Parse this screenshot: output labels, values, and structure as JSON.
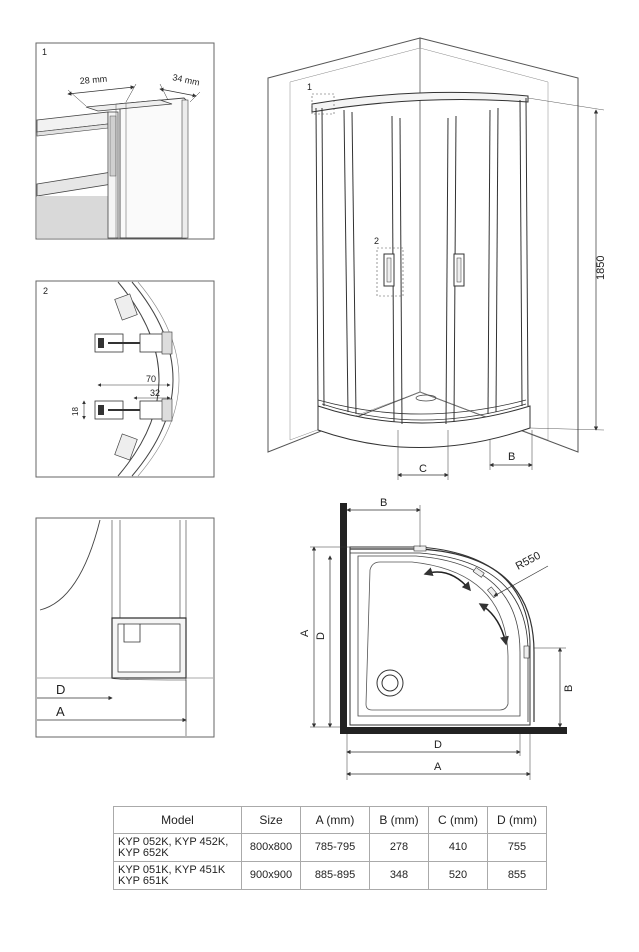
{
  "panels": {
    "p1_number": "1",
    "p1_dim_28": "28 mm",
    "p1_dim_34": "34 mm",
    "p2_number": "2",
    "p2_dim_70": "70",
    "p2_dim_32": "32",
    "p2_dim_18": "18",
    "p3_label_d": "D",
    "p3_label_a": "A"
  },
  "perspective": {
    "callout_1": "1",
    "callout_2": "2",
    "height": "1850",
    "dim_b": "B",
    "dim_c": "C"
  },
  "plan": {
    "dim_b_top": "B",
    "radius": "R550",
    "dim_a_left": "A",
    "dim_d_left": "D",
    "dim_b_right": "B",
    "dim_d_bottom": "D",
    "dim_a_bottom": "A"
  },
  "table": {
    "headers": [
      "Model",
      "Size",
      "A (mm)",
      "B (mm)",
      "C (mm)",
      "D (mm)"
    ],
    "rows": [
      {
        "model_line1": "KYP 052K, KYP 452K,",
        "model_line2": "KYP 652K",
        "size": "800x800",
        "a": "785-795",
        "b": "278",
        "c": "410",
        "d": "755"
      },
      {
        "model_line1": "KYP 051K, KYP 451K",
        "model_line2": "KYP 651K",
        "size": "900x900",
        "a": "885-895",
        "b": "348",
        "c": "520",
        "d": "855"
      }
    ]
  }
}
